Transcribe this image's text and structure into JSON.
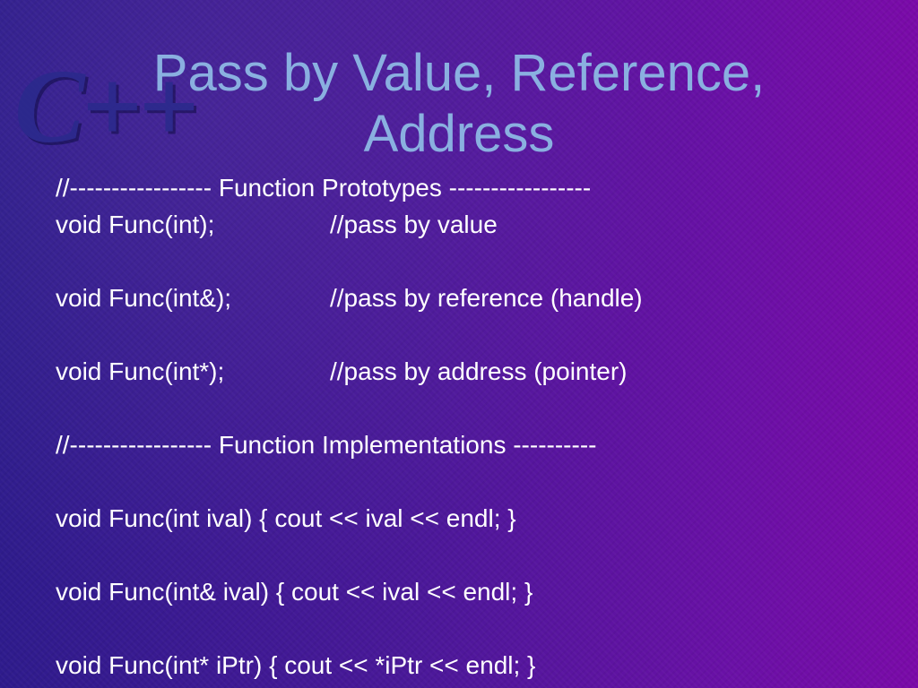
{
  "logo": {
    "text": "C++"
  },
  "title": {
    "line1": "Pass by Value, Reference,",
    "line2": "Address"
  },
  "code_lines": [
    {
      "code": "//----------------- Function Prototypes -----------------",
      "comment": ""
    },
    {
      "code": "void Func(int);",
      "comment": "//pass by value"
    },
    {
      "code": "",
      "comment": ""
    },
    {
      "code": "void Func(int&);",
      "comment": "//pass by reference (handle)"
    },
    {
      "code": "",
      "comment": ""
    },
    {
      "code": "void Func(int*);",
      "comment": "//pass by address (pointer)"
    },
    {
      "code": "",
      "comment": ""
    },
    {
      "code": "//----------------- Function Implementations ----------",
      "comment": ""
    },
    {
      "code": "",
      "comment": ""
    },
    {
      "code": "void Func(int ival) { cout << ival << endl; }",
      "comment": ""
    },
    {
      "code": "",
      "comment": ""
    },
    {
      "code": "void Func(int& ival) { cout << ival << endl; }",
      "comment": ""
    },
    {
      "code": "",
      "comment": ""
    },
    {
      "code": "void Func(int* iPtr) { cout << *iPtr << endl; }",
      "comment": ""
    }
  ]
}
